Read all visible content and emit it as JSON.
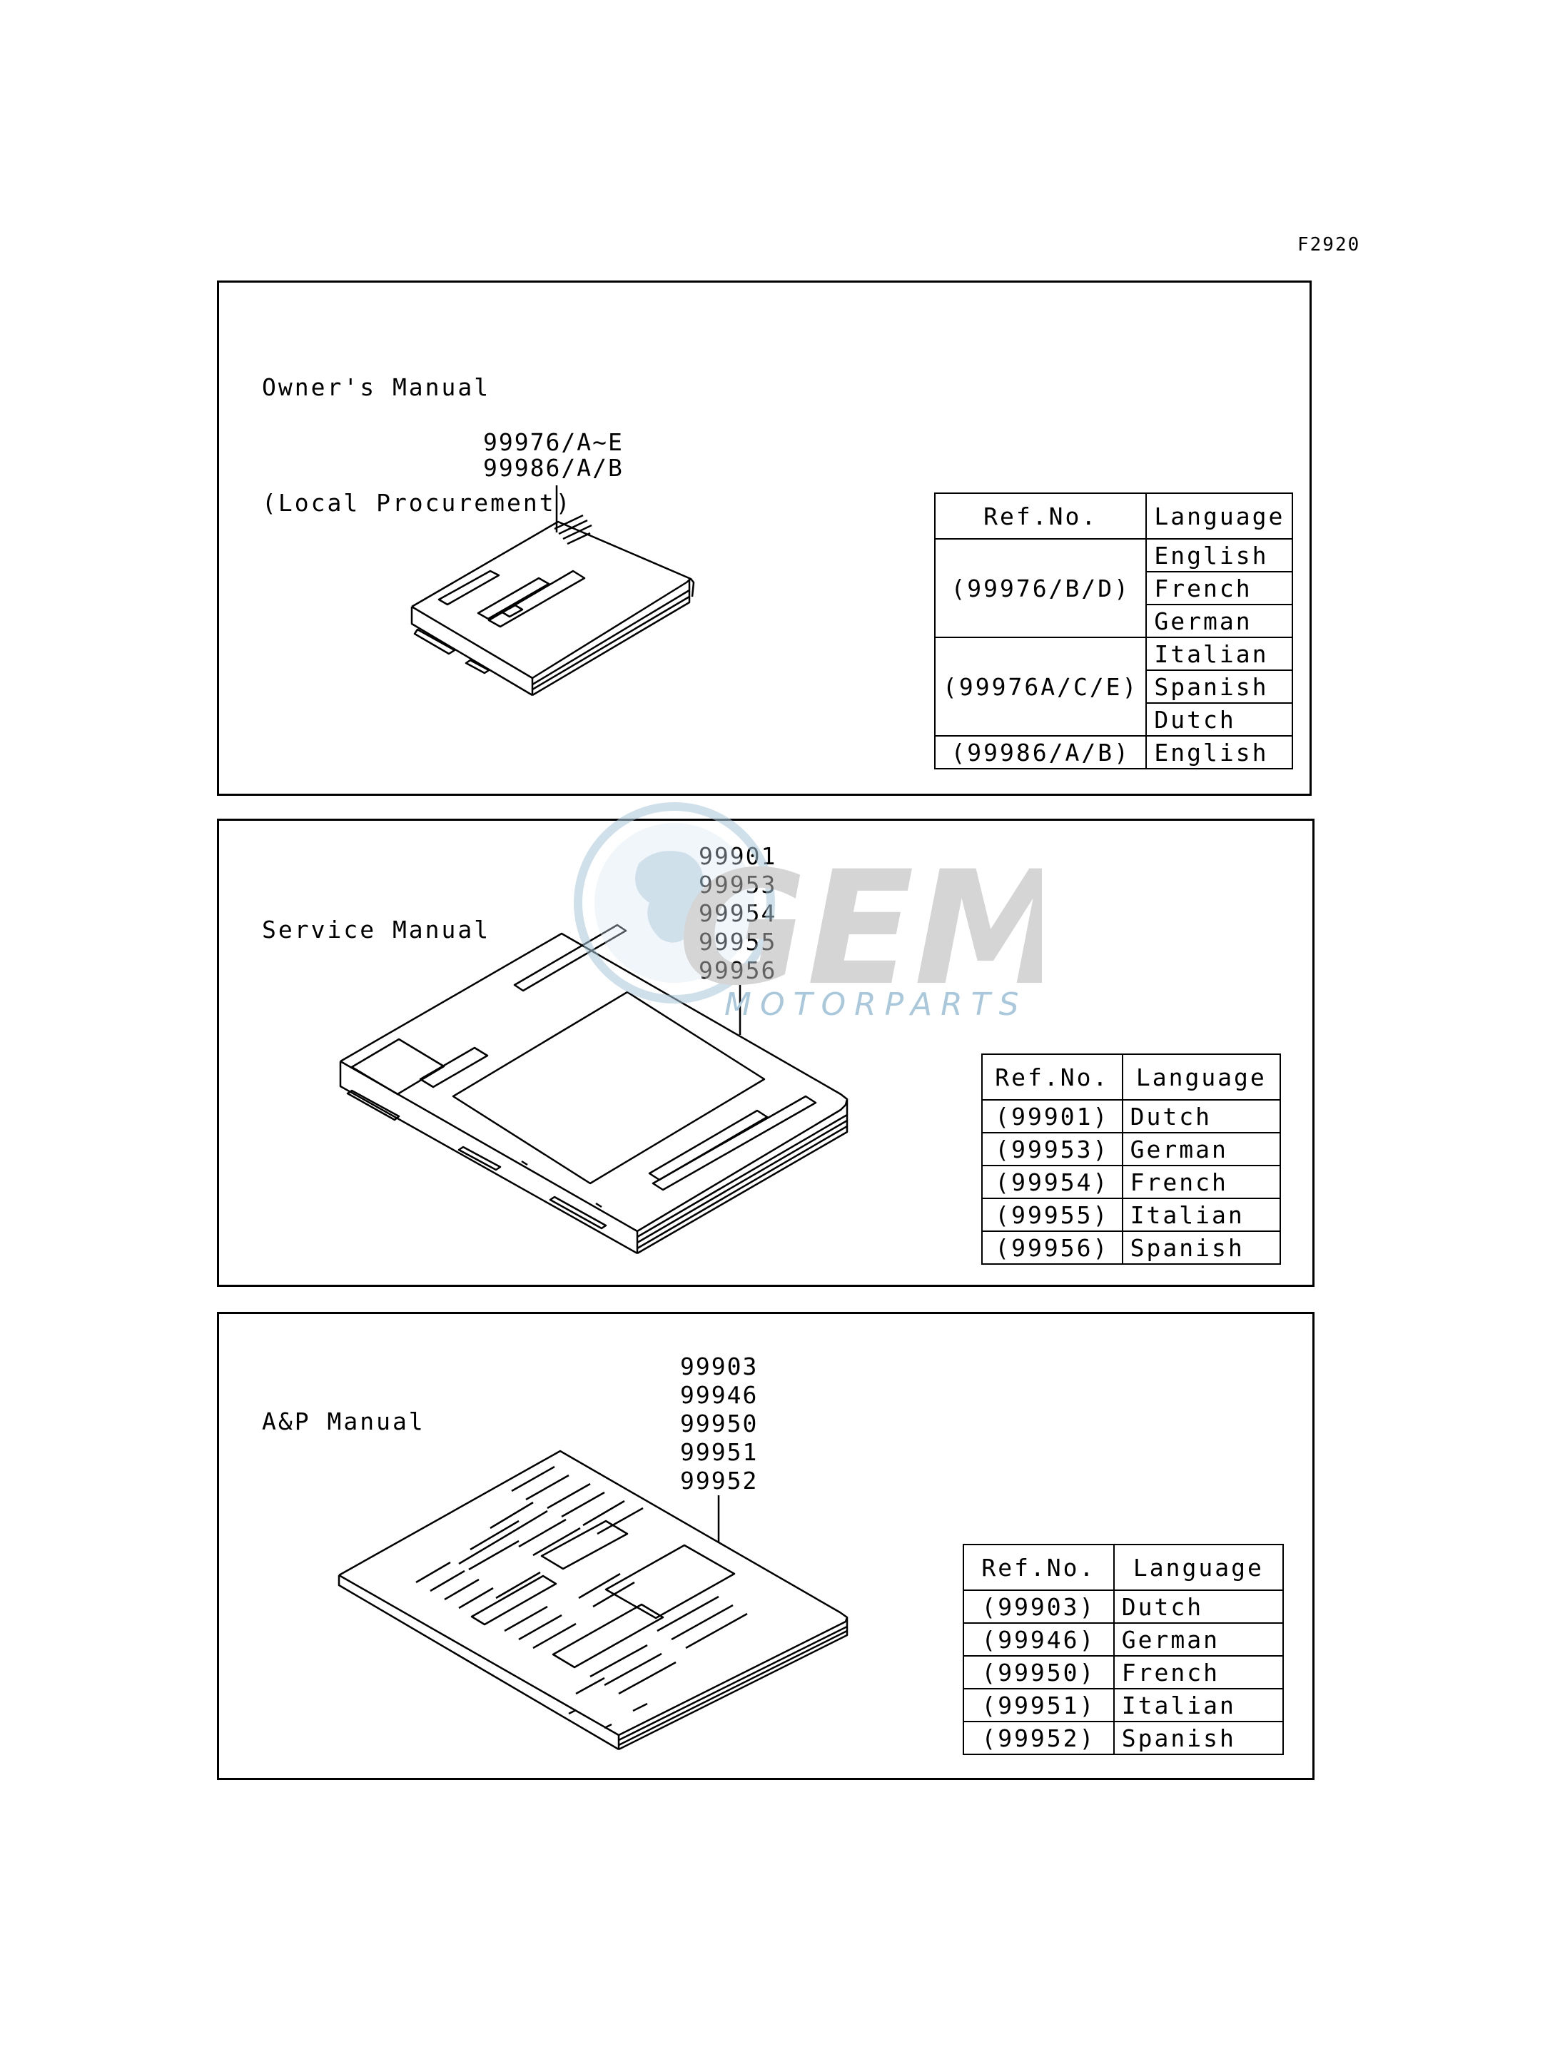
{
  "figure_code": "F2920",
  "sections": [
    {
      "title_lines": [
        "Owner's Manual",
        "(Local Procurement)"
      ],
      "part_numbers": [
        "99976/A~E",
        "99986/A/B"
      ],
      "table": {
        "headers": [
          "Ref.No.",
          "Language"
        ],
        "groups": [
          {
            "ref": "(99976/B/D)",
            "languages": [
              "English",
              "French",
              "German"
            ]
          },
          {
            "ref": "(99976A/C/E)",
            "languages": [
              "Italian",
              "Spanish",
              "Dutch"
            ]
          },
          {
            "ref": "(99986/A/B)",
            "languages": [
              "English"
            ]
          }
        ]
      }
    },
    {
      "title_lines": [
        "Service Manual"
      ],
      "part_numbers": [
        "99901",
        "99953",
        "99954",
        "99955",
        "99956"
      ],
      "table": {
        "headers": [
          "Ref.No.",
          "Language"
        ],
        "groups": [
          {
            "ref": "(99901)",
            "languages": [
              "Dutch"
            ]
          },
          {
            "ref": "(99953)",
            "languages": [
              "German"
            ]
          },
          {
            "ref": "(99954)",
            "languages": [
              "French"
            ]
          },
          {
            "ref": "(99955)",
            "languages": [
              "Italian"
            ]
          },
          {
            "ref": "(99956)",
            "languages": [
              "Spanish"
            ]
          }
        ]
      }
    },
    {
      "title_lines": [
        "A&P Manual"
      ],
      "part_numbers": [
        "99903",
        "99946",
        "99950",
        "99951",
        "99952"
      ],
      "table": {
        "headers": [
          "Ref.No.",
          "Language"
        ],
        "groups": [
          {
            "ref": "(99903)",
            "languages": [
              "Dutch"
            ]
          },
          {
            "ref": "(99946)",
            "languages": [
              "German"
            ]
          },
          {
            "ref": "(99950)",
            "languages": [
              "French"
            ]
          },
          {
            "ref": "(99951)",
            "languages": [
              "Italian"
            ]
          },
          {
            "ref": "(99952)",
            "languages": [
              "Spanish"
            ]
          }
        ]
      }
    }
  ],
  "watermark": {
    "brand": "GEM",
    "subtitle": "MOTORPARTS",
    "color": "#a9c8dc"
  }
}
